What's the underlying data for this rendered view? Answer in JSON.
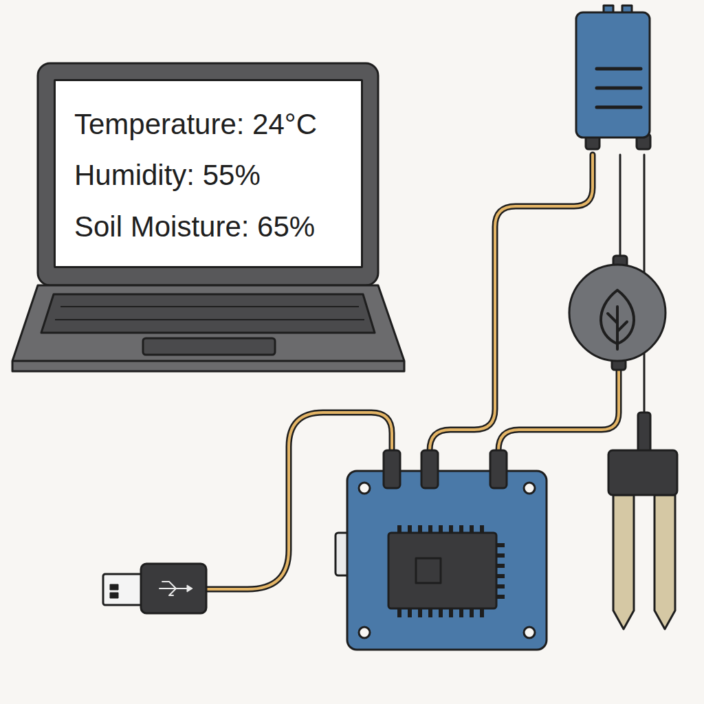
{
  "diagram": {
    "nodes": [
      {
        "text": [
          "Temperature: 24°C",
          "Humidity: 55%",
          "Soil Moisture: 65%"
        ]
      }
    ]
  }
}
